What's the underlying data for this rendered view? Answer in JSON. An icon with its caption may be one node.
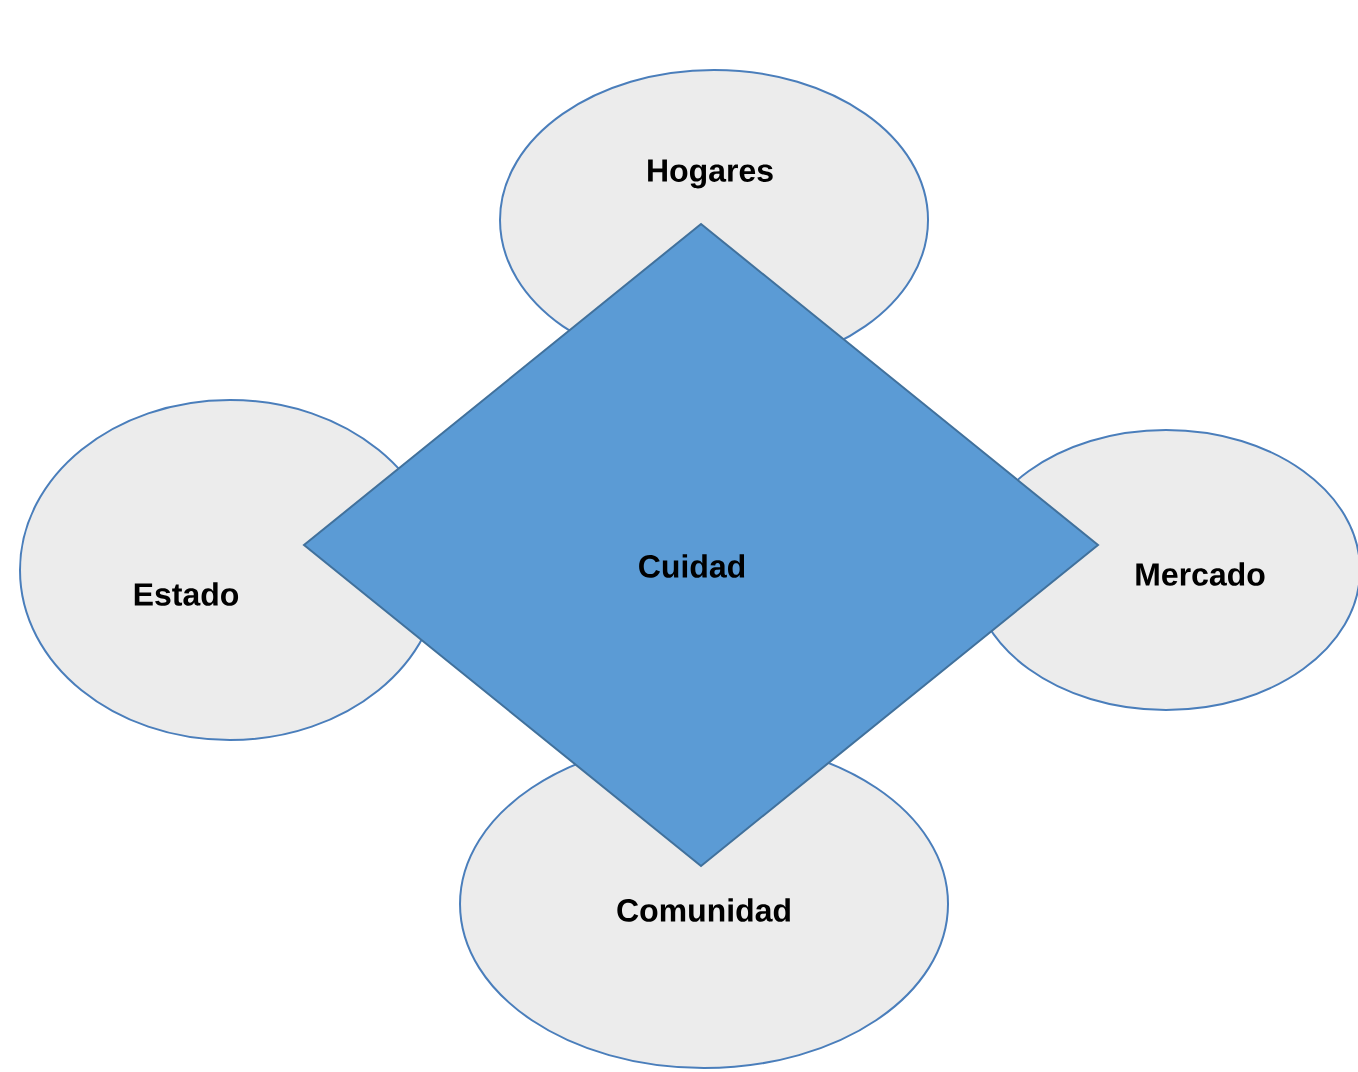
{
  "diagram": {
    "nodes": [
      {
        "text": [
          "Hogares"
        ]
      },
      {
        "text": [
          "Estado"
        ]
      },
      {
        "text": [
          "Cuidad"
        ]
      },
      {
        "text": [
          "Mercado"
        ]
      },
      {
        "text": [
          "Comunidad"
        ]
      }
    ],
    "edges": []
  }
}
